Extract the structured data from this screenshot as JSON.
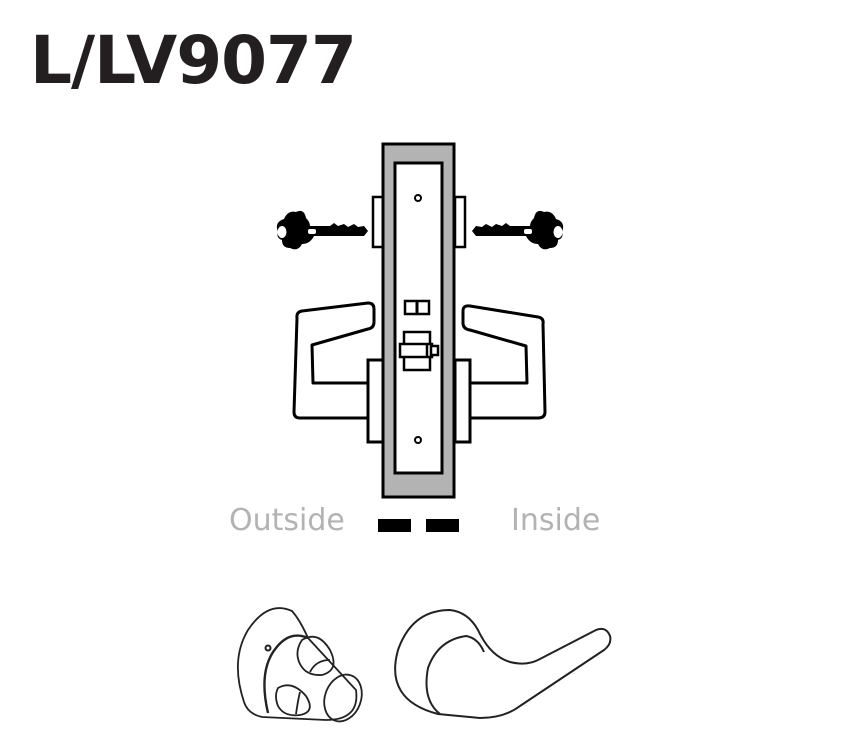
{
  "header": {
    "title": "L/LV9077"
  },
  "diagram": {
    "description": "Mortise lock function diagram: keyed cylinders on both sides, lever handles both sides",
    "labels": {
      "outside": "Outside",
      "inside": "Inside"
    },
    "elements": {
      "outside_key": "key-icon",
      "inside_key": "key-icon",
      "outside_lever": "lever-handle",
      "inside_lever": "lever-handle",
      "lock_body": "mortise-case",
      "thumbturn_indicator": "dashed-door-line"
    },
    "colors": {
      "title": "#231f20",
      "label": "#b3b3b3",
      "case_fill": "#b3b3b3",
      "stroke": "#000000"
    }
  },
  "products": {
    "items": [
      {
        "name": "rose-trim-icon"
      },
      {
        "name": "lever-trim-icon"
      }
    ]
  }
}
